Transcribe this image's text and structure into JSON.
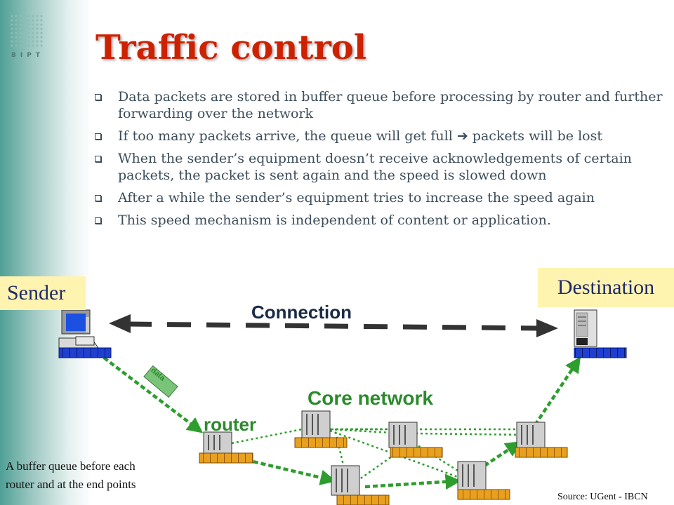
{
  "slide": {
    "title": "Traffic control",
    "logo_text": "BIPT"
  },
  "bullets": [
    "Data packets are stored in buffer queue before processing by router and further forwarding over the network",
    "If too many packets arrive,  the queue will get full  ➔ packets will be lost",
    "When the sender’s equipment doesn’t receive acknowledgements of certain packets, the packet is sent again and the speed is slowed down",
    "After a while the sender’s equipment tries to increase the speed again",
    "This speed mechanism is independent of content or application."
  ],
  "diagram": {
    "sender_label": "Sender",
    "destination_label": "Destination",
    "connection_label": "Connection",
    "core_network_label": "Core network",
    "router_label": "router",
    "packet_label": "data",
    "buffer_note_line1": "A buffer queue before each",
    "buffer_note_line2": "router and at the end points",
    "source_note": "Source: UGent - IBCN",
    "colors": {
      "title": "#cc2200",
      "label_bg": "#fff3b0",
      "path_green": "#2d9e2d",
      "buffer_blue": "#1f3fd0",
      "buffer_orange": "#e8a020"
    }
  }
}
